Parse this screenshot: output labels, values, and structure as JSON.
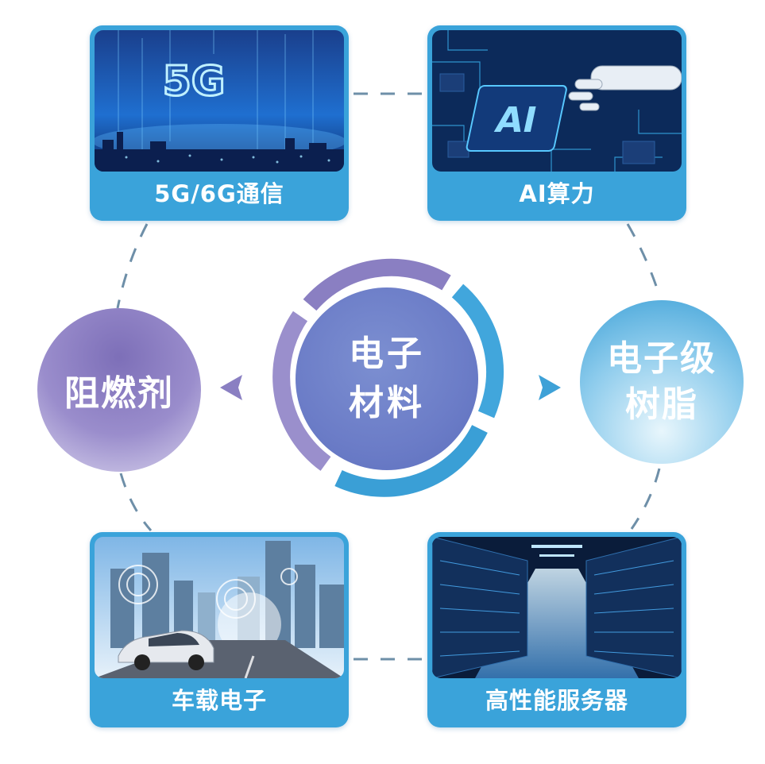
{
  "center": {
    "line1": "电子",
    "line2": "材料"
  },
  "cards": {
    "telecom": {
      "label": "5G/6G通信",
      "photo_text": "5G"
    },
    "ai": {
      "label": "AI算力",
      "photo_text": "AI"
    },
    "auto": {
      "label": "车载电子"
    },
    "server": {
      "label": "高性能服务器"
    }
  },
  "circles": {
    "flame_retardant": {
      "label": "阻燃剂"
    },
    "resin": {
      "line1": "电子级",
      "line2": "树脂"
    }
  },
  "colors": {
    "card_blue": "#3aa3da",
    "purple": "#8a7fc2",
    "ring_blue": "#41a6dc",
    "dash": "#6e8fa8",
    "arrow_left": "#8a7fc2",
    "arrow_right": "#3ea1d7"
  }
}
